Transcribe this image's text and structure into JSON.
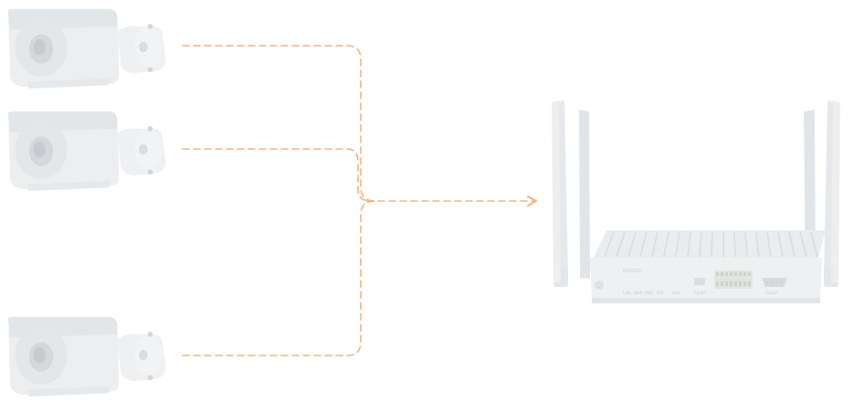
{
  "diagram": {
    "cameras": [
      {
        "icon": "bullet-camera-icon"
      },
      {
        "icon": "bullet-camera-icon"
      },
      {
        "icon": "bullet-camera-icon"
      }
    ],
    "gateway": {
      "icon": "edge-gateway-router-icon",
      "model_label": "EG5120",
      "port_labels": [
        "LAN",
        "WAN",
        "PWR",
        "SYS",
        "USB",
        "RS485",
        "RS232"
      ]
    },
    "connector": {
      "style": "dashed",
      "arrow": "right",
      "color": "#f3b384"
    },
    "colors": {
      "device_body": "#eef0f1",
      "device_shade": "#e2e5e7",
      "device_detail": "#cfd3d6",
      "background": "#ffffff"
    }
  }
}
